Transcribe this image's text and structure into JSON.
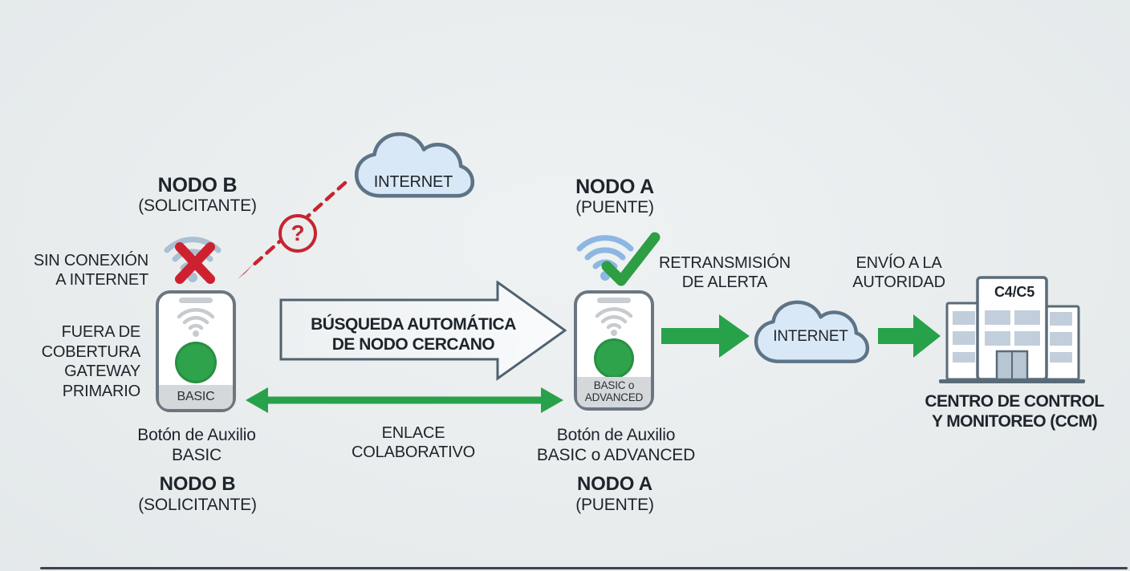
{
  "colors": {
    "background": "#e9edee",
    "accent_green": "#27a24a",
    "alert_red": "#c7242f",
    "cloud_fill": "#d9e8f6",
    "cloud_stroke": "#5d7487",
    "outline_gray": "#5a6b78",
    "wifi_blue": "#8db7e3",
    "wifi_gray_blue": "#a9c1d2",
    "window_blue": "#c2cedb"
  },
  "node_b": {
    "title": "NODO B",
    "subtitle": "(SOLICITANTE)",
    "no_connection": "SIN CONEXIÓN\nA INTERNET",
    "out_of_coverage": "FUERA DE\nCOBERTURA\nGATEWAY\nPRIMARIO",
    "device_label": "BASIC",
    "caption": "Botón de Auxilio\nBASIC",
    "bottom_title": "NODO B",
    "bottom_subtitle": "(SOLICITANTE)"
  },
  "node_a": {
    "title": "NODO A",
    "subtitle": "(PUENTE)",
    "device_label": "BASIC o\nADVANCED",
    "caption": "Botón de Auxilio\nBASIC o ADVANCED",
    "bottom_title": "NODO A",
    "bottom_subtitle": "(PUENTE)"
  },
  "internet_top": {
    "label": "INTERNET",
    "question_mark": "?"
  },
  "internet_gateway": {
    "label": "INTERNET"
  },
  "flows": {
    "search": "BÚSQUEDA AUTOMÁTICA\nDE NODO CERCANO",
    "collaborative_link": "ENLACE\nCOLABORATIVO",
    "alert_relay": "RETRANSMISIÓN\nDE ALERTA",
    "send_to_authority": "ENVÍO A LA\nAUTORIDAD"
  },
  "control_center": {
    "building_label": "C4/C5",
    "name": "CENTRO DE CONTROL\nY MONITOREO (CCM)"
  }
}
